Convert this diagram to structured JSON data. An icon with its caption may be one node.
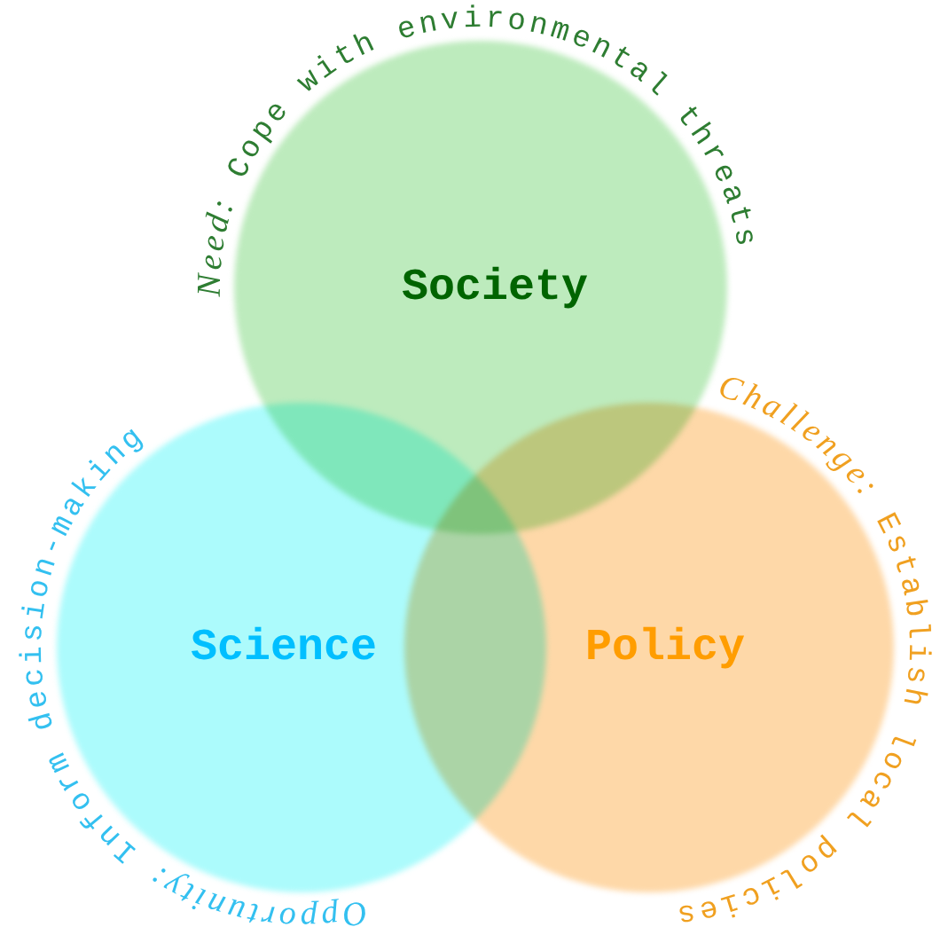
{
  "diagram": {
    "nodes": [
      {
        "text": [
          "Society"
        ]
      },
      {
        "text": [
          "Science"
        ]
      },
      {
        "text": [
          "Policy"
        ]
      }
    ],
    "edges": [],
    "labels": [
      "*Need:* Cope with environmental threats",
      "*Challenge:* Establish local policies",
      "*Opportunity:* Inform decision-making"
    ]
  }
}
